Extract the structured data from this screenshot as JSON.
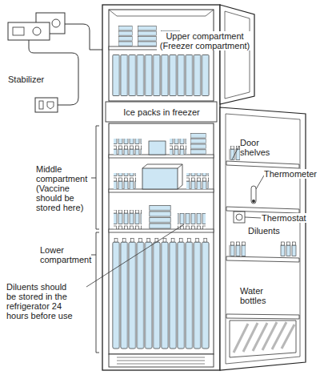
{
  "diagram": {
    "labels": [
      "Upper compartment (Freezer compartment)",
      "Stabilizer",
      "Ice packs in freezer",
      "Door shelves",
      "Thermometer",
      "Middle compartment (Vaccine should be stored here)",
      "Thermostat",
      "Diluents",
      "Lower compartment",
      "Water bottles",
      "Diluents should be stored in the refrigerator 24 hours before use"
    ]
  }
}
